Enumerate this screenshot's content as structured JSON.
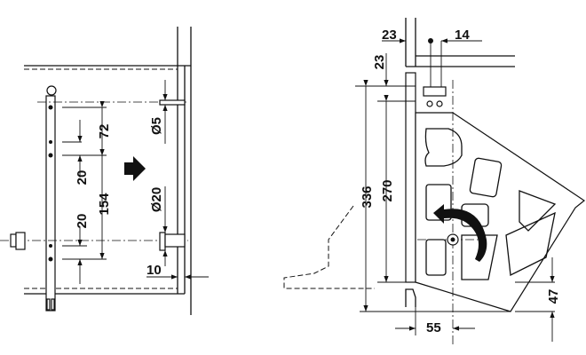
{
  "left_view": {
    "dims": {
      "d72": "72",
      "d20a": "20",
      "d154": "154",
      "d20b": "20",
      "dia5": "Ø5",
      "dia20": "Ø20",
      "d10": "10"
    }
  },
  "right_view": {
    "dims": {
      "d23_top": "23",
      "d14": "14",
      "d23_side": "23",
      "d336": "336",
      "d270": "270",
      "d55": "55",
      "d47": "47"
    }
  }
}
